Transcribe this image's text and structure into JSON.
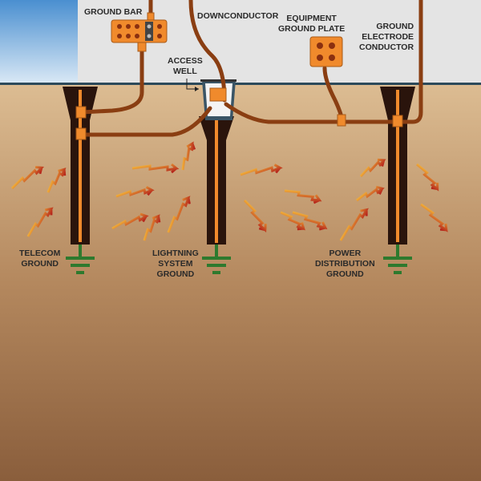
{
  "labels": {
    "ground_bar": "GROUND BAR",
    "downconductor": "DOWNCONDUCTOR",
    "equipment_ground_plate": [
      "EQUIPMENT",
      "GROUND PLATE"
    ],
    "ground_electrode_conductor": [
      "GROUND",
      "ELECTRODE",
      "CONDUCTOR"
    ],
    "access_well": [
      "ACCESS",
      "WELL"
    ],
    "telecom_ground": [
      "TELECOM",
      "GROUND"
    ],
    "lightning_system_ground": [
      "LIGHTNING",
      "SYSTEM",
      "GROUND"
    ],
    "power_distribution_ground": [
      "POWER",
      "DISTRIBUTION",
      "GROUND"
    ]
  },
  "colors": {
    "wire": "#8a3e12",
    "metal": "#f08a2c",
    "rod": "#2a140c",
    "ground_symbol": "#2e7a2e",
    "building": "#e4e4e4"
  }
}
